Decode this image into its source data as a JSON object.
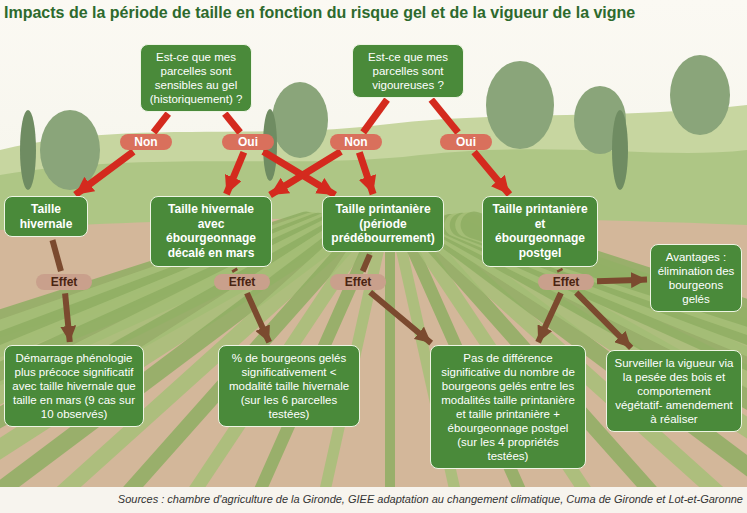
{
  "diagram": {
    "title": "Impacts de la période de taille en fonction du risque gel et de la vigueur de la vigne",
    "caption": "Sources : chambre d'agriculture de la Gironde, GIEE adaptation au changement climatique, Cuma de Gironde et Lot-et-Garonne",
    "nodes": [
      {
        "text": [
          "Est-ce que mes parcelles sont sensibles au gel (historiquement) ?"
        ]
      },
      {
        "text": [
          "Est-ce que mes parcelles sont vigoureuses ?"
        ]
      },
      {
        "text": [
          "Non"
        ]
      },
      {
        "text": [
          "Oui"
        ]
      },
      {
        "text": [
          "Non"
        ]
      },
      {
        "text": [
          "Oui"
        ]
      },
      {
        "text": [
          "Taille hivernale"
        ]
      },
      {
        "text": [
          "Taille hivernale avec ébourgeonnage décalé en mars"
        ]
      },
      {
        "text": [
          "Taille printanière (période prédébourrement)"
        ]
      },
      {
        "text": [
          "Taille printanière et ébourgeonnage postgel"
        ]
      },
      {
        "text": [
          "Avantages : élimination des bourgeons gelés"
        ]
      },
      {
        "text": [
          "Effet"
        ]
      },
      {
        "text": [
          "Effet"
        ]
      },
      {
        "text": [
          "Effet"
        ]
      },
      {
        "text": [
          "Effet"
        ]
      },
      {
        "text": [
          "Démarrage phénologie plus précoce significatif avec taille hivernale que taille en mars (9 cas sur 10 observés)"
        ]
      },
      {
        "text": [
          "% de bourgeons gelés significativement < modalité taille hivernale (sur les 6 parcelles testées)"
        ]
      },
      {
        "text": [
          "Pas de différence significative du nombre de bourgeons gelés entre les modalités taille printanière et taille printanière + ébourgeonnage postgel (sur les 4 propriétés testées)"
        ]
      },
      {
        "text": [
          "Surveiller la vigueur via la pesée des bois et comportement végétatif- amendement à réaliser"
        ]
      }
    ],
    "edges": [
      {
        "from": 0,
        "to": 2,
        "arrow": "none"
      },
      {
        "from": 0,
        "to": 3,
        "arrow": "none"
      },
      {
        "from": 1,
        "to": 4,
        "arrow": "none"
      },
      {
        "from": 1,
        "to": 5,
        "arrow": "none"
      },
      {
        "from": 2,
        "to": 6,
        "arrow": "to"
      },
      {
        "from": 3,
        "to": 7,
        "arrow": "to"
      },
      {
        "from": 3,
        "to": 8,
        "arrow": "to"
      },
      {
        "from": 4,
        "to": 7,
        "arrow": "to"
      },
      {
        "from": 4,
        "to": 8,
        "arrow": "to"
      },
      {
        "from": 5,
        "to": 9,
        "arrow": "to"
      },
      {
        "from": 6,
        "to": 11,
        "arrow": "none"
      },
      {
        "from": 7,
        "to": 12,
        "arrow": "none"
      },
      {
        "from": 8,
        "to": 13,
        "arrow": "none"
      },
      {
        "from": 9,
        "to": 14,
        "arrow": "none"
      },
      {
        "from": 11,
        "to": 15,
        "arrow": "to"
      },
      {
        "from": 12,
        "to": 16,
        "arrow": "to"
      },
      {
        "from": 13,
        "to": 17,
        "arrow": "to"
      },
      {
        "from": 14,
        "to": 17,
        "arrow": "to"
      },
      {
        "from": 14,
        "to": 18,
        "arrow": "to"
      },
      {
        "from": 14,
        "to": 10,
        "arrow": "to"
      }
    ]
  }
}
